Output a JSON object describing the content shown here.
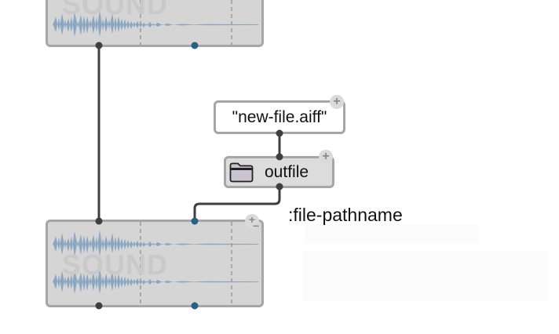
{
  "top_sound": {
    "watermark": "SOUND"
  },
  "string_box": {
    "value": "\"new-file.aiff\""
  },
  "outfile_box": {
    "label": "outfile",
    "icon": "folder-icon"
  },
  "annotation": {
    "text": ":file-pathname"
  },
  "bottom_sound": {
    "watermark": "SOUND"
  },
  "colors": {
    "waveform": "#8aa6c2",
    "box_border": "#a6a6a6",
    "sound_bg": "#d5d5d5",
    "connection": "#3f3f3f",
    "inlet_dark": "#3f3f3f",
    "inlet_teal": "#2a6080"
  }
}
